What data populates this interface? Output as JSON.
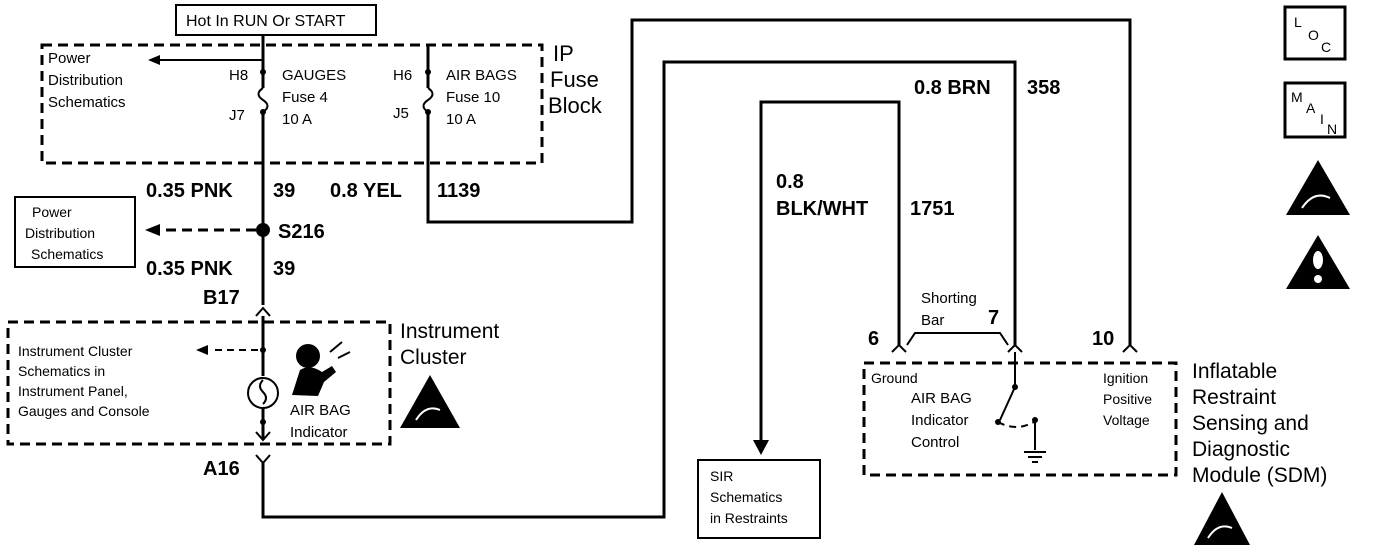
{
  "hot_label": "Hot In RUN Or START",
  "ip_fuse_block": {
    "line1": "IP",
    "line2": "Fuse",
    "line3": "Block"
  },
  "power_dist_top": [
    "Power",
    "Distribution",
    "Schematics"
  ],
  "power_dist_mid": [
    "Power",
    "Distribution",
    "Schematics"
  ],
  "gauges_fuse": {
    "pin_top": "H8",
    "pin_bottom": "J7",
    "name": "GAUGES",
    "fuse": "Fuse 4",
    "amps": "10 A"
  },
  "airbags_fuse": {
    "pin_top": "H6",
    "pin_bottom": "J5",
    "name": "AIR BAGS",
    "fuse": "Fuse 10",
    "amps": "10 A"
  },
  "wires": {
    "pnk_top": "0.35 PNK",
    "pnk_top_num": "39",
    "yel": "0.8 YEL",
    "yel_num": "1139",
    "splice": "S216",
    "pnk_bottom": "0.35 PNK",
    "pnk_bottom_num": "39",
    "brn": "0.8 BRN",
    "brn_num": "358",
    "blkwht_1": "0.8",
    "blkwht_2": "BLK/WHT",
    "blkwht_num": "1751"
  },
  "connectors": {
    "b17": "B17",
    "a16": "A16",
    "pin6": "6",
    "pin7": "7",
    "pin10": "10"
  },
  "shorting_bar": [
    "Shorting",
    "Bar"
  ],
  "instrument_cluster": {
    "title_1": "Instrument",
    "title_2": "Cluster",
    "ref": [
      "Instrument Cluster",
      "Schematics in",
      "Instrument Panel,",
      "Gauges and Console"
    ],
    "indicator_1": "AIR BAG",
    "indicator_2": "Indicator"
  },
  "sdm": {
    "ground": "Ground",
    "control": [
      "AIR BAG",
      "Indicator",
      "Control"
    ],
    "ignition": [
      "Ignition",
      "Positive",
      "Voltage"
    ],
    "title": [
      "Inflatable",
      "Restraint",
      "Sensing and",
      "Diagnostic",
      "Module (SDM)"
    ]
  },
  "sir_box": [
    "SIR",
    "Schematics",
    "in Restraints"
  ],
  "icons": {
    "loc": {
      "L": "L",
      "O": "O",
      "C": "C"
    },
    "main": {
      "M": "M",
      "A": "A",
      "I": "I",
      "N": "N"
    }
  }
}
